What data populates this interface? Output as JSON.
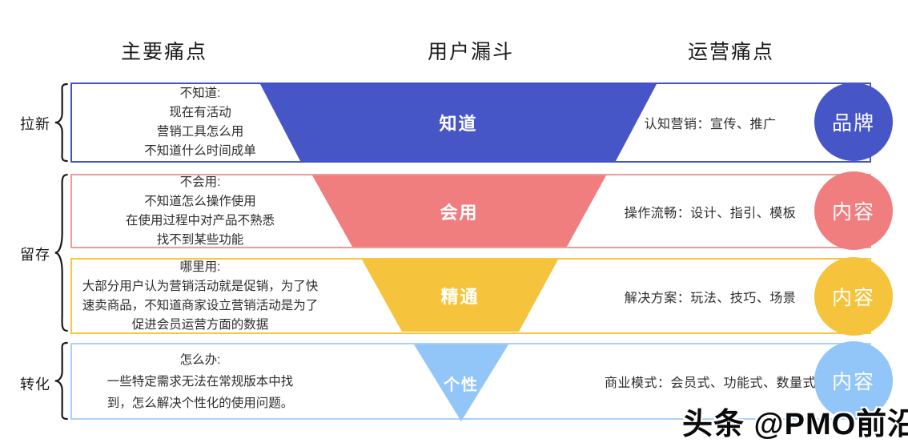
{
  "headers": {
    "main_pain": "主要痛点",
    "funnel": "用户漏斗",
    "ops_pain": "运营痛点"
  },
  "stages": [
    {
      "label": "拉新"
    },
    {
      "label": "留存"
    },
    {
      "label": "转化"
    }
  ],
  "rows": [
    {
      "pain_text": "不知道:\n现在有活动\n营销工具怎么用\n不知道什么时间成单",
      "funnel_label": "知道",
      "ops_text": "认知营销：宣传、推广",
      "circle_label": "品牌",
      "color": "#4656C6",
      "border_color": "#4254C5"
    },
    {
      "pain_text": "不会用:\n不知道怎么操作使用\n在使用过程中对产品不熟悉\n找不到某些功能",
      "funnel_label": "会用",
      "ops_text": "操作流畅：设计、指引、模板",
      "circle_label": "内容",
      "color": "#F07E7E",
      "border_color": "#F49898"
    },
    {
      "pain_text": "哪里用:\n大部分用户认为营销活动就是促销，为了快\n速卖商品，不知道商家设立营销活动是为了\n促进会员运营方面的数据",
      "funnel_label": "精通",
      "ops_text": "解决方案：玩法、技巧、场景",
      "circle_label": "内容",
      "color": "#F5C43C",
      "border_color": "#FBC53D"
    },
    {
      "pain_text": "怎么办:\n一些特定需求无法在常规版本中找\n到，怎么解决个性化的使用问题。",
      "funnel_label": "个性",
      "ops_text": "商业模式：会员式、功能式、数量式",
      "circle_label": "内容",
      "color": "#92C5F8",
      "border_color": "#A8D2F9"
    }
  ],
  "watermark": "头条 @PMO前沿",
  "brace_color": "#1a1a1a"
}
